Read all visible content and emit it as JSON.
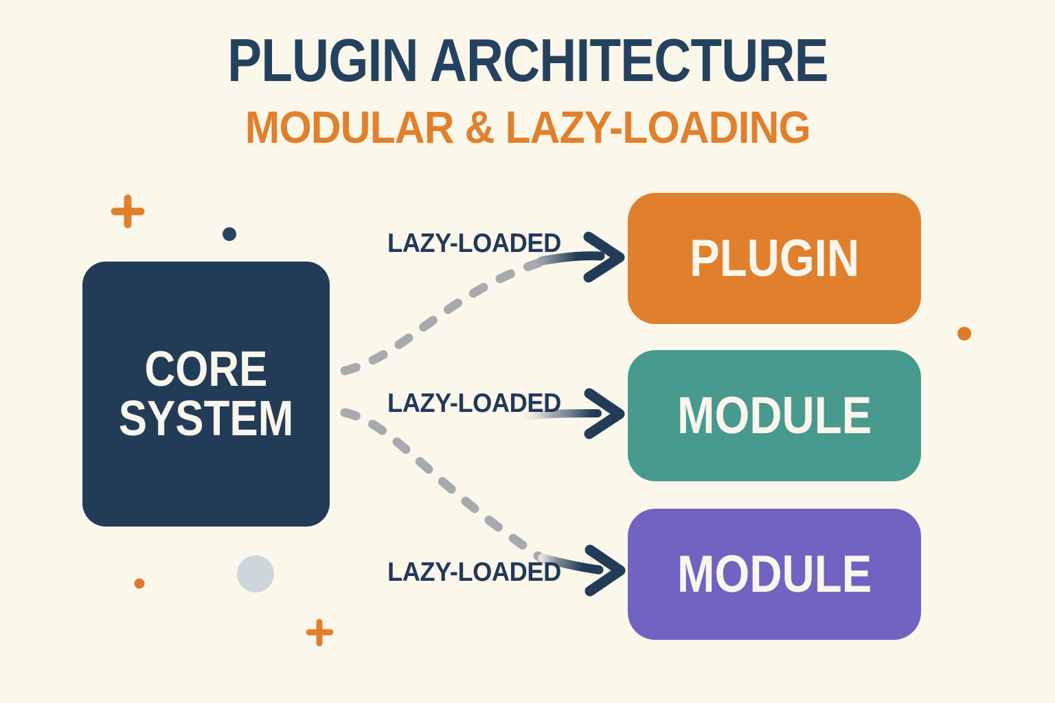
{
  "canvas": {
    "background": "#FCF7EB"
  },
  "header": {
    "title": "PLUGIN ARCHITECTURE",
    "title_color": "#24425F",
    "subtitle": "MODULAR & LAZY-LOADING",
    "subtitle_color": "#E0802D"
  },
  "core_node": {
    "label": "CORE SYSTEM",
    "color": "#223C58",
    "text_color": "#FAF6EC"
  },
  "target_nodes": [
    {
      "label": "PLUGIN",
      "color": "#E0802D"
    },
    {
      "label": "MODULE",
      "color": "#479A8D"
    },
    {
      "label": "MODULE",
      "color": "#7163C1"
    }
  ],
  "edges": [
    {
      "label": "LAZY-LOADED",
      "from": "CORE SYSTEM",
      "to": "PLUGIN"
    },
    {
      "label": "LAZY-LOADED",
      "from": "CORE SYSTEM",
      "to": "MODULE"
    },
    {
      "label": "LAZY-LOADED",
      "from": "CORE SYSTEM",
      "to": "MODULE"
    }
  ],
  "edge_style": {
    "label_color": "#21395A",
    "arrow_color": "#223C58",
    "dash_color": "#A8ABAE"
  },
  "decorations": [
    {
      "name": "plus-mark-top-left",
      "color": "#E0802D"
    },
    {
      "name": "dot-navy-top",
      "color": "#264663"
    },
    {
      "name": "dot-orange-right",
      "color": "#DE7A2B"
    },
    {
      "name": "dot-orange-bottom-left",
      "color": "#DE7A2B"
    },
    {
      "name": "circle-light-gray-bottom",
      "color": "#CDD7DB"
    },
    {
      "name": "plus-mark-bottom",
      "color": "#E0802D"
    }
  ]
}
